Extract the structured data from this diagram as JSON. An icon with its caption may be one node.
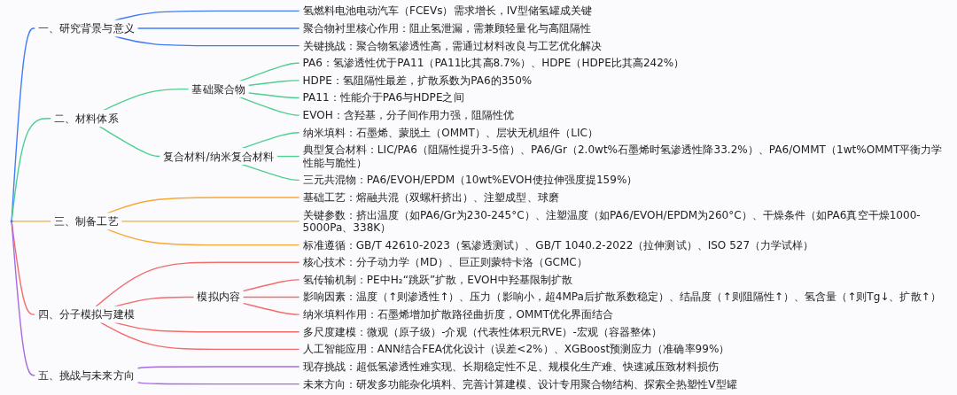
{
  "diagram": {
    "nodes": [
      {
        "text": [],
        "shape": "circle"
      },
      {
        "text": [
          "一、研究背景与意义"
        ]
      },
      {
        "text": [
          "氢燃料电池电动汽车（FCEVs）需求增长，IV型储氢罐成关键"
        ]
      },
      {
        "text": [
          "聚合物衬里核心作用：阻止氢泄漏，需兼顾轻量化与高阻隔性"
        ]
      },
      {
        "text": [
          "关键挑战：聚合物氢渗透性高，需通过材料改良与工艺优化解决"
        ]
      },
      {
        "text": [
          "二、材料体系"
        ]
      },
      {
        "text": [
          "基础聚合物"
        ]
      },
      {
        "text": [
          "PA6：氢渗透性优于PA11（PA11比其高8.7%）、HDPE（HDPE比其高242%）"
        ]
      },
      {
        "text": [
          "HDPE：氢阻隔性最差，扩散系数为PA6的350%"
        ]
      },
      {
        "text": [
          "PA11：性能介于PA6与HDPE之间"
        ]
      },
      {
        "text": [
          "EVOH：含羟基，分子间作用力强，阻隔性优"
        ]
      },
      {
        "text": [
          "复合材料/纳米复合材料"
        ]
      },
      {
        "text": [
          "纳米填料：石墨烯、蒙脱土（OMMT）、层状无机组件（LIC）"
        ]
      },
      {
        "text": [
          "典型复合材料：LIC/PA6（阻隔性提升3-5倍）、PA6/Gr（2.0wt%石墨烯时氢渗透性降33.2%）、PA6/OMMT（1wt%OMMT平衡力学性能与脆性）"
        ]
      },
      {
        "text": [
          "三元共混物：PA6/EVOH/EPDM（10wt%EVOH使拉伸强度提159%）"
        ]
      },
      {
        "text": [
          "三、制备工艺"
        ]
      },
      {
        "text": [
          "基础工艺：熔融共混（双螺杆挤出）、注塑成型、球磨"
        ]
      },
      {
        "text": [
          "关键参数：挤出温度（如PA6/Gr为230-245°C）、注塑温度（如PA6/EVOH/EPDM为260°C）、干燥条件（如PA6真空干燥1000-5000Pa、338K）"
        ]
      },
      {
        "text": [
          "标准遵循：GB/T 42610-2023（氢渗透测试）、GB/T 1040.2-2022（拉伸测试）、ISO 527（力学试样）"
        ]
      },
      {
        "text": [
          "四、分子模拟与建模"
        ]
      },
      {
        "text": [
          "核心技术：分子动力学（MD）、巨正则蒙特卡洛（GCMC）"
        ]
      },
      {
        "text": [
          "模拟内容"
        ]
      },
      {
        "text": [
          "氢传输机制：PE中H₂“跳跃”扩散，EVOH中羟基限制扩散"
        ]
      },
      {
        "text": [
          "影响因素：温度（↑则渗透性↑）、压力（影响小，超4MPa后扩散系数稳定）、结晶度（↑则阻隔性↑）、氢含量（↑则Tg↓、扩散↑）"
        ]
      },
      {
        "text": [
          "纳米填料作用：石墨烯增加扩散路径曲折度，OMMT优化界面结合"
        ]
      },
      {
        "text": [
          "多尺度建模：微观（原子级）-介观（代表性体积元RVE）-宏观（容器整体）"
        ]
      },
      {
        "text": [
          "人工智能应用：ANN结合FEA优化设计（误差<2%）、XGBoost预测应力（准确率99%）"
        ]
      },
      {
        "text": [
          "五、挑战与未来方向"
        ]
      },
      {
        "text": [
          "现存挑战：超低氢渗透性难实现、长期稳定性不足、规模化生产难、快速减压致材料损伤"
        ]
      },
      {
        "text": [
          "未来方向：研发多功能杂化填料、完善计算建模、设计专用聚合物结构、探索全热塑性V型罐"
        ]
      }
    ],
    "edges": [
      {
        "from": 0,
        "to": 1,
        "arrow": "none",
        "color": "#3f7cf5"
      },
      {
        "from": 1,
        "to": 2,
        "arrow": "none",
        "color": "#3f7cf5"
      },
      {
        "from": 1,
        "to": 3,
        "arrow": "none",
        "color": "#3f7cf5"
      },
      {
        "from": 1,
        "to": 4,
        "arrow": "none",
        "color": "#3f7cf5"
      },
      {
        "from": 0,
        "to": 5,
        "arrow": "none",
        "color": "#4ccf8f"
      },
      {
        "from": 5,
        "to": 6,
        "arrow": "none",
        "color": "#4ccf8f"
      },
      {
        "from": 6,
        "to": 7,
        "arrow": "none",
        "color": "#4ccf8f"
      },
      {
        "from": 6,
        "to": 8,
        "arrow": "none",
        "color": "#4ccf8f"
      },
      {
        "from": 6,
        "to": 9,
        "arrow": "none",
        "color": "#4ccf8f"
      },
      {
        "from": 6,
        "to": 10,
        "arrow": "none",
        "color": "#4ccf8f"
      },
      {
        "from": 5,
        "to": 11,
        "arrow": "none",
        "color": "#4ccf8f"
      },
      {
        "from": 11,
        "to": 12,
        "arrow": "none",
        "color": "#4ccf8f"
      },
      {
        "from": 11,
        "to": 13,
        "arrow": "none",
        "color": "#4ccf8f"
      },
      {
        "from": 11,
        "to": 14,
        "arrow": "none",
        "color": "#4ccf8f"
      },
      {
        "from": 0,
        "to": 15,
        "arrow": "none",
        "color": "#f7a935"
      },
      {
        "from": 15,
        "to": 16,
        "arrow": "none",
        "color": "#f7a935"
      },
      {
        "from": 15,
        "to": 17,
        "arrow": "none",
        "color": "#f7a935"
      },
      {
        "from": 15,
        "to": 18,
        "arrow": "none",
        "color": "#f7a935"
      },
      {
        "from": 0,
        "to": 19,
        "arrow": "none",
        "color": "#f46b6b"
      },
      {
        "from": 19,
        "to": 20,
        "arrow": "none",
        "color": "#f46b6b"
      },
      {
        "from": 19,
        "to": 21,
        "arrow": "none",
        "color": "#f46b6b"
      },
      {
        "from": 21,
        "to": 22,
        "arrow": "none",
        "color": "#f46b6b"
      },
      {
        "from": 21,
        "to": 23,
        "arrow": "none",
        "color": "#f46b6b"
      },
      {
        "from": 21,
        "to": 24,
        "arrow": "none",
        "color": "#f46b6b"
      },
      {
        "from": 19,
        "to": 25,
        "arrow": "none",
        "color": "#f46b6b"
      },
      {
        "from": 19,
        "to": 26,
        "arrow": "none",
        "color": "#f46b6b"
      },
      {
        "from": 0,
        "to": 27,
        "arrow": "none",
        "color": "#a56be0"
      },
      {
        "from": 27,
        "to": 28,
        "arrow": "none",
        "color": "#a56be0"
      },
      {
        "from": 27,
        "to": 29,
        "arrow": "none",
        "color": "#a56be0"
      }
    ]
  }
}
